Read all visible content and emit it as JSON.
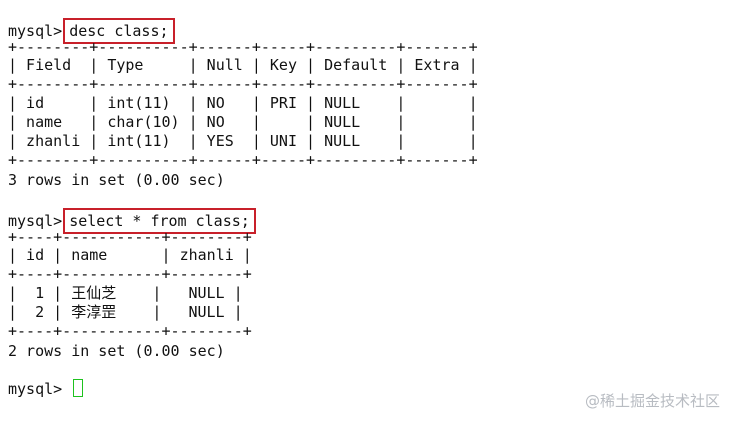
{
  "terminal": {
    "prompt": "mysql>",
    "commands": [
      "desc class;",
      "select * from class;"
    ],
    "desc_output": [
      "+--------+----------+------+-----+---------+-------+",
      "| Field  | Type     | Null | Key | Default | Extra |",
      "+--------+----------+------+-----+---------+-------+",
      "| id     | int(11)  | NO   | PRI | NULL    |       |",
      "| name   | char(10) | NO   |     | NULL    |       |",
      "| zhanli | int(11)  | YES  | UNI | NULL    |       |",
      "+--------+----------+------+-----+---------+-------+"
    ],
    "desc_summary": "3 rows in set (0.00 sec)",
    "select_output": [
      "+----+-----------+--------+",
      "| id | name      | zhanli |",
      "+----+-----------+--------+",
      "|  1 | 王仙芝    |   NULL |",
      "|  2 | 李淳罡    |   NULL |",
      "+----+-----------+--------+"
    ],
    "select_summary": "2 rows in set (0.00 sec)",
    "cursor_color": "#1ec21e",
    "highlight_color": "#c8202a"
  },
  "watermark": "@稀土掘金技术社区"
}
